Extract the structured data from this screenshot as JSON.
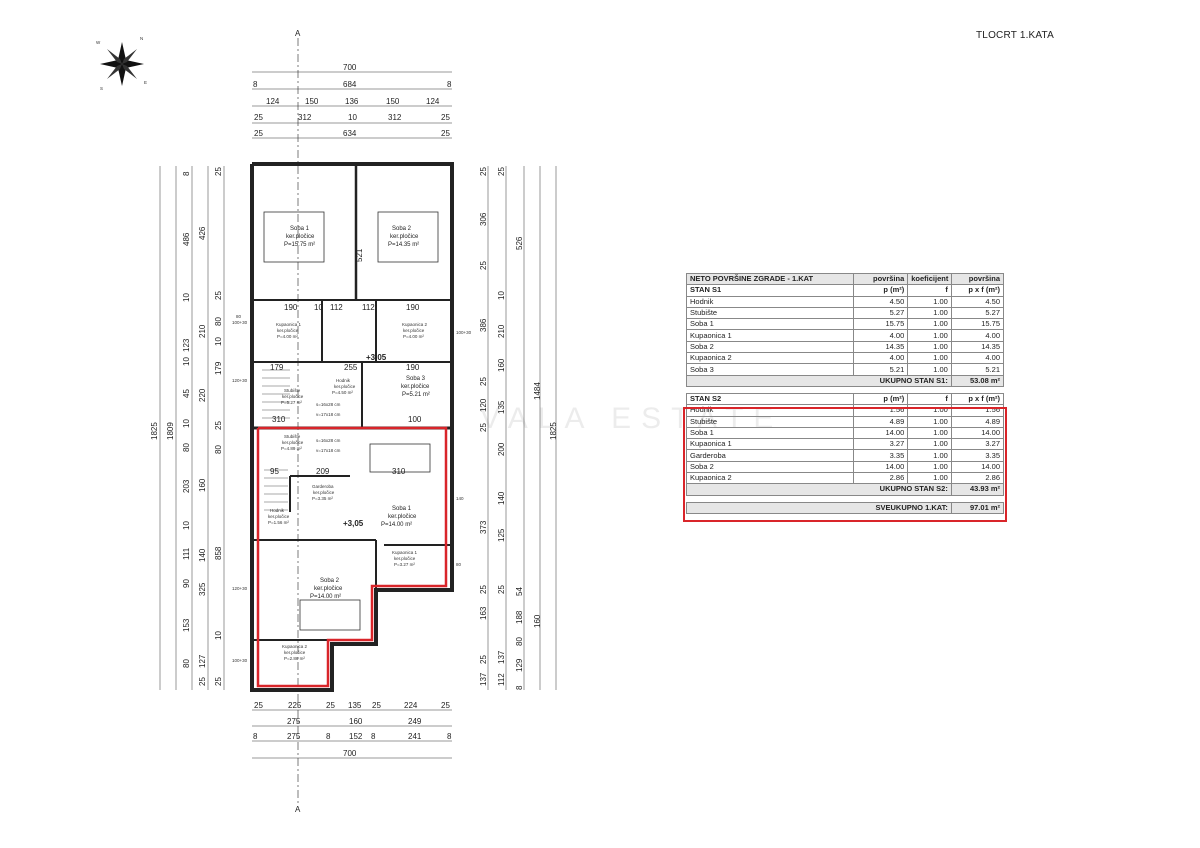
{
  "sheet_title": "TLOCRT 1.KATA",
  "watermark": "VALA ESTATE",
  "compass": {
    "letters": [
      "N",
      "W",
      "S",
      "E"
    ]
  },
  "section_markers": {
    "top": "A",
    "bottom": "A"
  },
  "top_dims": {
    "row1": [
      "700"
    ],
    "row2": [
      "8",
      "684",
      "8"
    ],
    "row3": [
      "124",
      "150",
      "136",
      "150",
      "124"
    ],
    "row4": [
      "25",
      "312",
      "10",
      "312",
      "25"
    ],
    "row5": [
      "25",
      "634",
      "25"
    ]
  },
  "bottom_dims": {
    "row1": [
      "25",
      "225",
      "25",
      "135",
      "25",
      "224",
      "25"
    ],
    "row2": [
      "275",
      "160",
      "249"
    ],
    "row3": [
      "8",
      "275",
      "8",
      "152",
      "8",
      "241",
      "8"
    ],
    "row4": [
      "700"
    ]
  },
  "left_dims": {
    "outer": [
      "1825"
    ],
    "second": [
      "1809"
    ],
    "third": [
      "8",
      "486",
      "10",
      "123",
      "10",
      "45",
      "10",
      "203",
      "10",
      "111",
      "858",
      "10",
      "8"
    ],
    "fourth": [
      "426",
      "210",
      "220",
      "325",
      "153",
      "127",
      "80",
      "160",
      "80",
      "90",
      "140"
    ],
    "fifth": [
      "25",
      "25",
      "10",
      "80",
      "179",
      "25",
      "80",
      "10",
      "25",
      "25"
    ]
  },
  "right_dims": {
    "outer": [
      "1825"
    ],
    "second": [
      "1484"
    ],
    "third": [
      "25",
      "306",
      "25",
      "386",
      "25",
      "120",
      "25",
      "373",
      "25",
      "163",
      "25",
      "137",
      "129",
      "8"
    ],
    "fourth": [
      "526",
      "210",
      "200",
      "140",
      "125",
      "188",
      "160"
    ],
    "fifth": [
      "25",
      "10",
      "160",
      "135",
      "25",
      "54",
      "80",
      "137",
      "112"
    ]
  },
  "rooms": [
    {
      "name": "Soba 1",
      "floor": "ker.pločice",
      "area": "P=15.75 m²"
    },
    {
      "name": "Soba 2",
      "floor": "ker.pločice",
      "area": "P=14.35 m²"
    },
    {
      "name": "Kupaonica 1",
      "floor": "ker.pločice",
      "area": "P=4.00 m²"
    },
    {
      "name": "Kupaonica 2",
      "floor": "ker.pločice",
      "area": "P=4.00 m²"
    },
    {
      "name": "Hodnik",
      "floor": "ker.pločice",
      "area": "P=4.50 m²"
    },
    {
      "name": "Stubište",
      "floor": "ker.pločice",
      "area": "P=5.27 m²"
    },
    {
      "name": "Soba 3",
      "floor": "ker.pločice",
      "area": "P=5.21 m²"
    },
    {
      "name": "Stubište",
      "floor": "ker.pločice",
      "area": "P=4.89 m²"
    },
    {
      "name": "Garderoba",
      "floor": "ker.pločice",
      "area": "P=3.35 m²"
    },
    {
      "name": "Hodnik",
      "floor": "ker.pločice",
      "area": "P=1.56 m²"
    },
    {
      "name": "Soba 1",
      "floor": "ker.pločice",
      "area": "P=14.00 m²"
    },
    {
      "name": "Kupaonica 1",
      "floor": "ker.pločice",
      "area": "P=3.27 m²"
    },
    {
      "name": "Soba 2",
      "floor": "ker.pločice",
      "area": "P=14.00 m²"
    },
    {
      "name": "Kupaonica 2",
      "floor": "ker.pločice",
      "area": "P=2.86 m²"
    }
  ],
  "stairs_notes": [
    "s=16x28 cm",
    "v=17x18 cm",
    "s=16x28 cm",
    "v=17x18 cm"
  ],
  "levels": [
    "+3,05",
    "+3,05"
  ],
  "inner_dims": [
    "190",
    "10",
    "112",
    "112",
    "190",
    "179",
    "255",
    "190",
    "310",
    "100",
    "95",
    "209",
    "310",
    "521"
  ],
  "window_marks": [
    "80",
    "100+30",
    "120+30",
    "140",
    "100+30",
    "120+30",
    "80",
    "100+30"
  ],
  "table": {
    "header": {
      "title": "NETO POVRŠINE ZGRADE - 1.KAT",
      "col1": "površina",
      "col2": "koeficijent",
      "col3": "površina"
    },
    "units": {
      "p": "p (m²)",
      "f": "f",
      "pf": "p x f (m²)"
    },
    "stan1": {
      "label": "STAN S1",
      "rows": [
        {
          "name": "Hodnik",
          "p": "4.50",
          "f": "1.00",
          "pf": "4.50"
        },
        {
          "name": "Stubište",
          "p": "5.27",
          "f": "1.00",
          "pf": "5.27"
        },
        {
          "name": "Soba 1",
          "p": "15.75",
          "f": "1.00",
          "pf": "15.75"
        },
        {
          "name": "Kupaonica 1",
          "p": "4.00",
          "f": "1.00",
          "pf": "4.00"
        },
        {
          "name": "Soba 2",
          "p": "14.35",
          "f": "1.00",
          "pf": "14.35"
        },
        {
          "name": "Kupaonica 2",
          "p": "4.00",
          "f": "1.00",
          "pf": "4.00"
        },
        {
          "name": "Soba 3",
          "p": "5.21",
          "f": "1.00",
          "pf": "5.21"
        }
      ],
      "total_label": "UKUPNO STAN S1:",
      "total": "53.08 m²"
    },
    "stan2": {
      "label": "STAN S2",
      "rows": [
        {
          "name": "Hodnik",
          "p": "1.56",
          "f": "1.00",
          "pf": "1.56"
        },
        {
          "name": "Stubište",
          "p": "4.89",
          "f": "1.00",
          "pf": "4.89"
        },
        {
          "name": "Soba 1",
          "p": "14.00",
          "f": "1.00",
          "pf": "14.00"
        },
        {
          "name": "Kupaonica 1",
          "p": "3.27",
          "f": "1.00",
          "pf": "3.27"
        },
        {
          "name": "Garderoba",
          "p": "3.35",
          "f": "1.00",
          "pf": "3.35"
        },
        {
          "name": "Soba 2",
          "p": "14.00",
          "f": "1.00",
          "pf": "14.00"
        },
        {
          "name": "Kupaonica 2",
          "p": "2.86",
          "f": "1.00",
          "pf": "2.86"
        }
      ],
      "total_label": "UKUPNO STAN S2:",
      "total": "43.93 m²"
    },
    "grand_label": "SVEUKUPNO 1.KAT:",
    "grand_total": "97.01 m²"
  },
  "colors": {
    "highlight": "#d9252a",
    "wall": "#222222"
  }
}
